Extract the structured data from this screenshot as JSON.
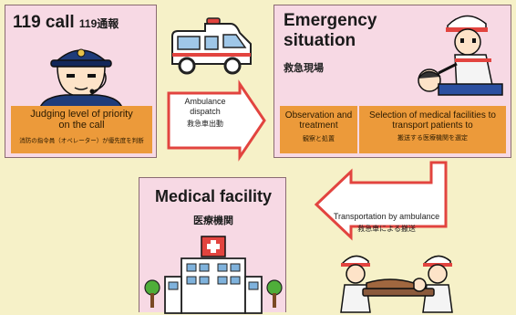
{
  "call_panel": {
    "title_en": "119 call",
    "title_ja": "119通報",
    "caption_en": "Judging level of priority on the call",
    "caption_ja": "消防の指令員（オペレーター）が優先度を判断"
  },
  "dispatch_arrow": {
    "label_en": "Ambulance dispatch",
    "label_ja": "救急車出動"
  },
  "emergency_panel": {
    "title_en_line1": "Emergency",
    "title_en_line2": "situation",
    "title_ja": "救急現場",
    "left_caption_en": "Observation and treatment",
    "left_caption_ja": "観察と処置",
    "right_caption_en": "Selection of medical facilities to transport patients to",
    "right_caption_ja": "搬送する医療機関を選定"
  },
  "transport_arrow": {
    "label_en": "Transportation by ambulance",
    "label_ja": "救急車による搬送"
  },
  "medical_panel": {
    "title_en": "Medical facility",
    "title_ja": "医療機関"
  },
  "colors": {
    "background": "#f6f1c8",
    "panel": "#f7d9e4",
    "caption": "#ec9a3a",
    "arrow": "#e2443f"
  }
}
